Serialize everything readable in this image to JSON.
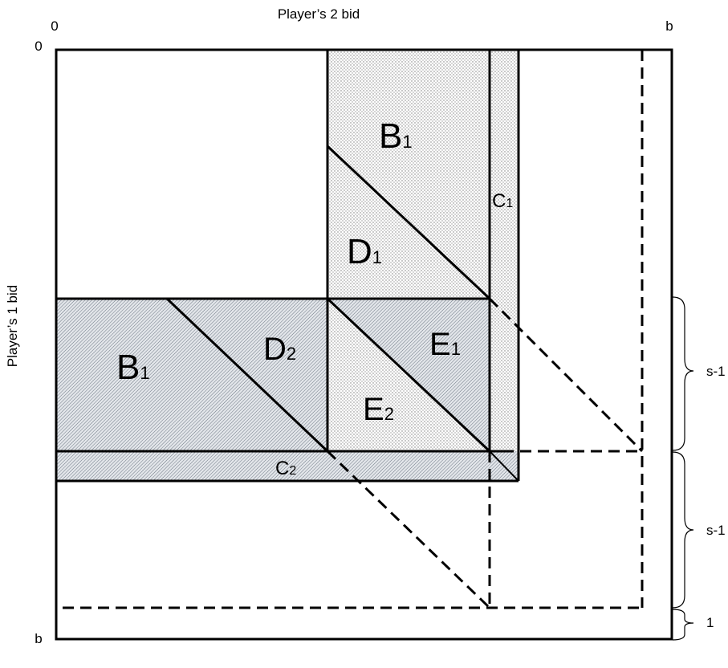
{
  "axes": {
    "top_label": "Player’s 2 bid",
    "left_label": "Player’s 1 bid",
    "top_origin": "0",
    "top_end": "b",
    "left_origin": "0",
    "left_end": "b"
  },
  "regions": {
    "b1_top": {
      "letter": "B",
      "sub": "1"
    },
    "c1": {
      "letter": "C",
      "sub": "1"
    },
    "d1": {
      "letter": "D",
      "sub": "1"
    },
    "b1_left": {
      "letter": "B",
      "sub": "1"
    },
    "d2": {
      "letter": "D",
      "sub": "2"
    },
    "e1": {
      "letter": "E",
      "sub": "1"
    },
    "e2": {
      "letter": "E",
      "sub": "2"
    },
    "c2": {
      "letter": "C",
      "sub": "2"
    }
  },
  "braces": {
    "upper": "s-1",
    "middle": "s-1",
    "lower": "1"
  },
  "colors": {
    "dotted_fill": "#e6e6e6",
    "hatched_fill": "#cfd4da",
    "stroke": "#000000",
    "background": "#ffffff"
  }
}
